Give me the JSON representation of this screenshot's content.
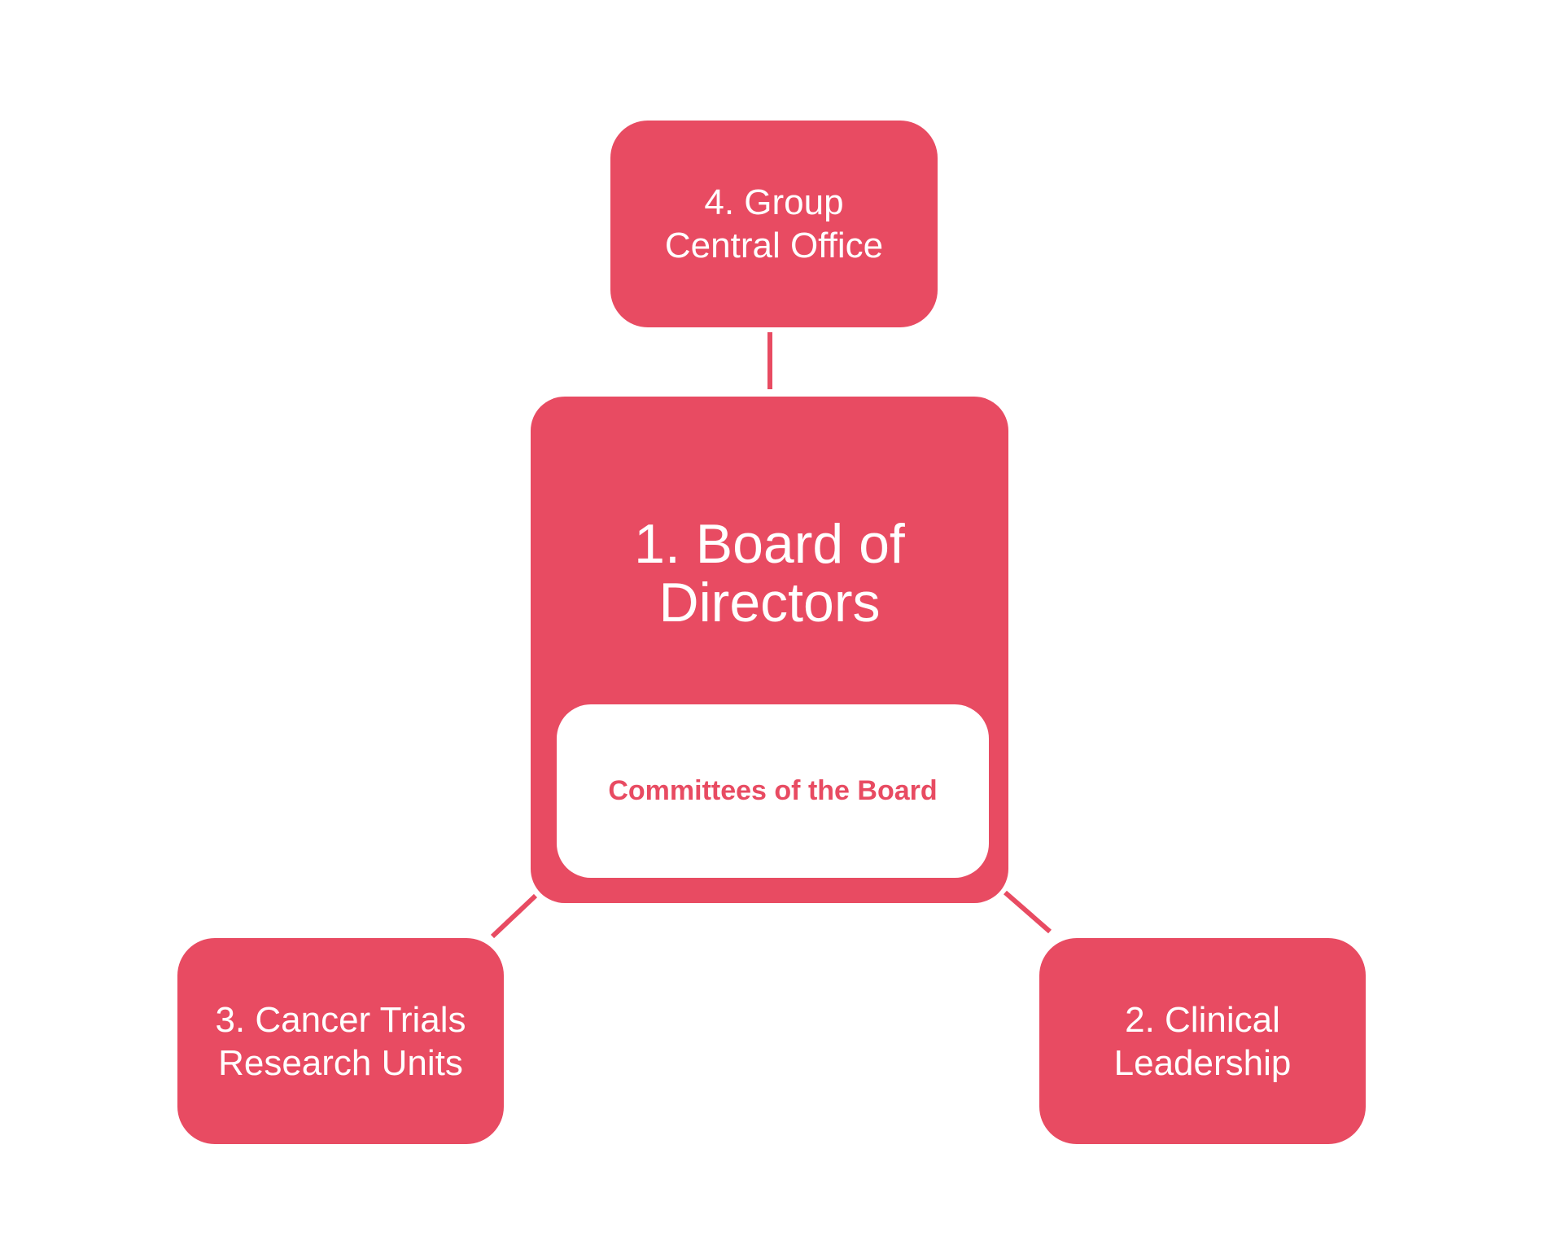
{
  "diagram": {
    "accent_color": "#e84b62",
    "nodes": {
      "group_central_office": "4. Group\nCentral Office",
      "board_of_directors": "1. Board of\nDirectors",
      "committees_of_the_board": "Committees of the Board",
      "cancer_trials_research_units": "3. Cancer Trials\nResearch Units",
      "clinical_leadership": "2. Clinical\nLeadership"
    },
    "edges": [
      {
        "from": "board_of_directors",
        "to": "group_central_office"
      },
      {
        "from": "board_of_directors",
        "to": "cancer_trials_research_units"
      },
      {
        "from": "board_of_directors",
        "to": "clinical_leadership"
      }
    ]
  }
}
